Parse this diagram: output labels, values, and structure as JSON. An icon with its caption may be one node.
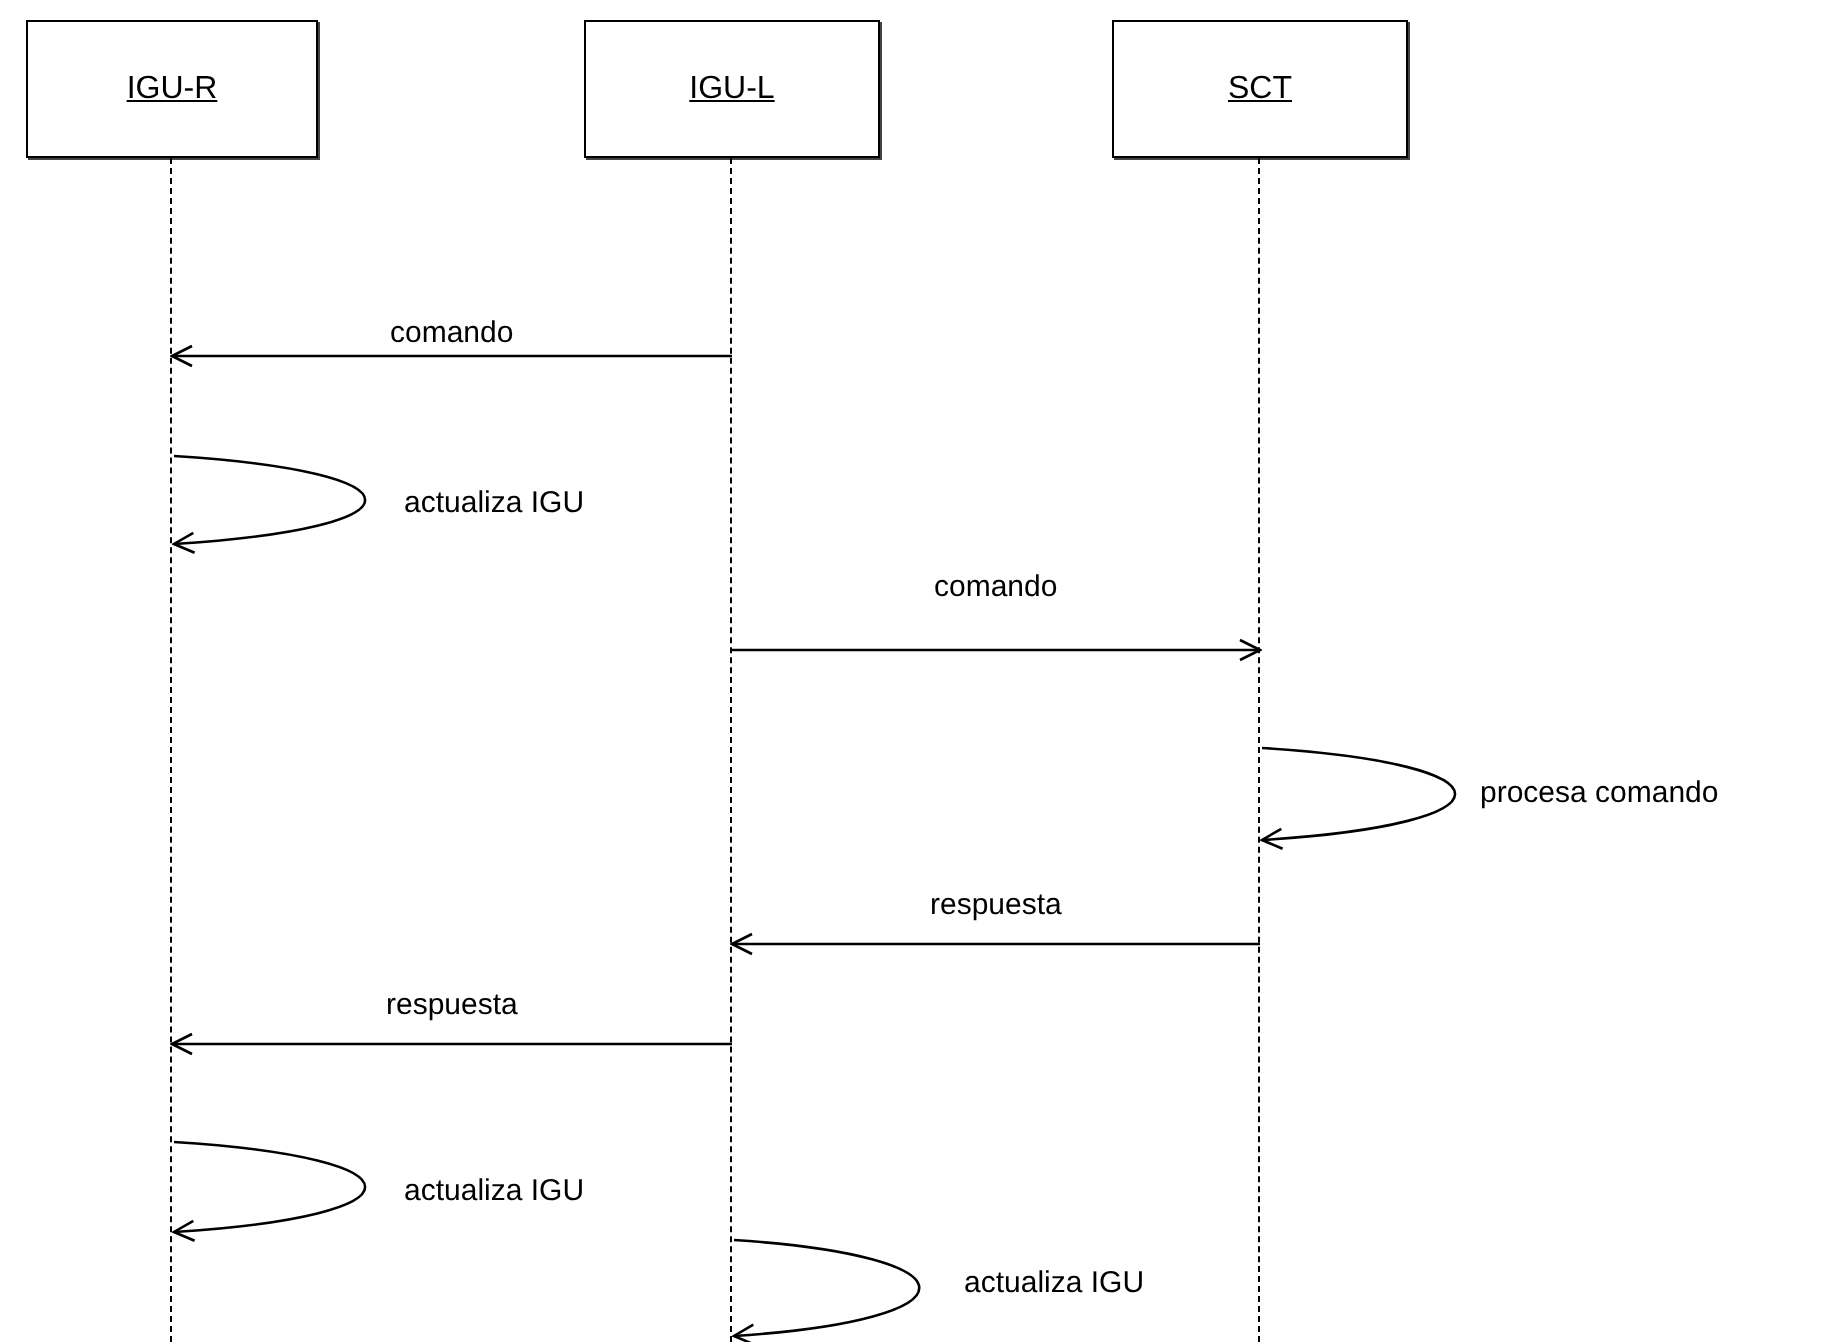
{
  "diagram": {
    "nodes": [
      {
        "text": [
          "IGU-R"
        ]
      },
      {
        "text": [
          "IGU-L"
        ]
      },
      {
        "text": [
          "SCT"
        ]
      },
      {
        "text": [],
        "shape": "bar"
      },
      {
        "text": [],
        "shape": "bar"
      },
      {
        "text": [],
        "shape": "bar"
      }
    ],
    "edges": [
      {
        "from": 4,
        "to": 3,
        "arrow": "to",
        "label": "comando"
      },
      {
        "from": 3,
        "to": 3,
        "arrow": "to",
        "label": "actualiza IGU"
      },
      {
        "from": 4,
        "to": 5,
        "arrow": "to",
        "label": "comando"
      },
      {
        "from": 5,
        "to": 5,
        "arrow": "to",
        "label": "procesa comando"
      },
      {
        "from": 5,
        "to": 4,
        "arrow": "to",
        "label": "respuesta"
      },
      {
        "from": 4,
        "to": 3,
        "arrow": "to",
        "label": "respuesta"
      },
      {
        "from": 3,
        "to": 3,
        "arrow": "to",
        "label": "actualiza IGU"
      },
      {
        "from": 4,
        "to": 4,
        "arrow": "to",
        "label": "actualiza IGU"
      }
    ]
  }
}
